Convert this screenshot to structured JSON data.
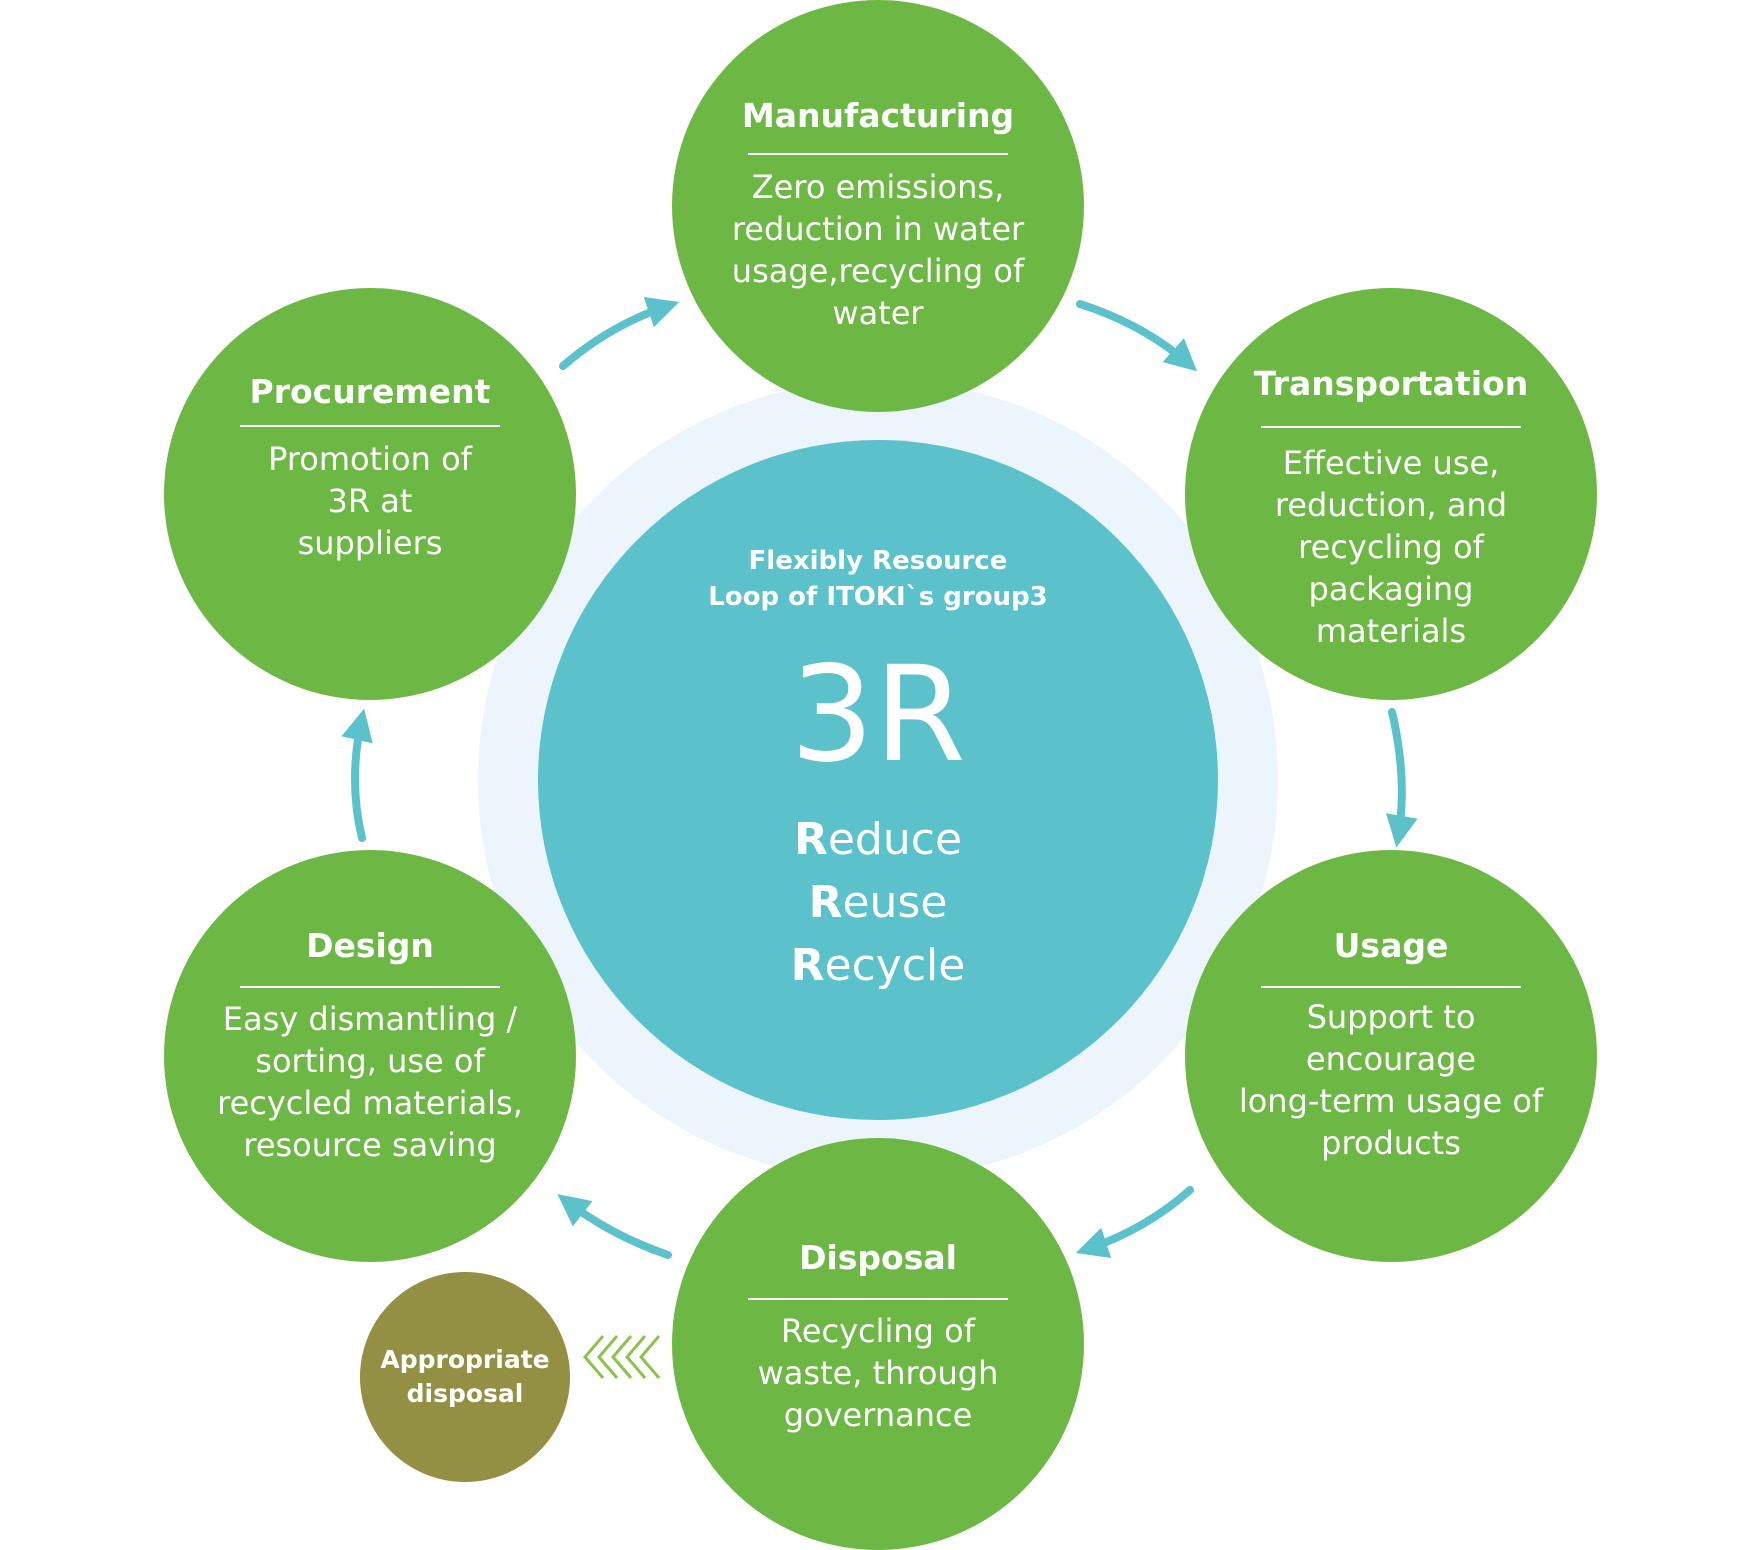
{
  "center": {
    "subtitle_lines": [
      "Flexibly Resource",
      "Loop of ITOKI`s group3"
    ],
    "title": "3R",
    "words": [
      {
        "initial": "R",
        "rest": "educe"
      },
      {
        "initial": "R",
        "rest": "euse"
      },
      {
        "initial": "R",
        "rest": "ecycle"
      }
    ]
  },
  "stages": [
    {
      "title": "Manufacturing",
      "lines": [
        "Zero emissions,",
        "reduction in water",
        "usage,recycling of",
        "water"
      ]
    },
    {
      "title": "Transportation",
      "lines": [
        "Effective use,",
        "reduction, and",
        "recycling of",
        "packaging",
        "materials"
      ]
    },
    {
      "title": "Usage",
      "lines": [
        "Support to",
        "encourage",
        "long-term usage of",
        "products"
      ]
    },
    {
      "title": "Disposal",
      "lines": [
        "Recycling of",
        "waste, through",
        "governance"
      ]
    },
    {
      "title": "Design",
      "lines": [
        "Easy dismantling /",
        "sorting, use of",
        "recycled materials,",
        "resource saving"
      ]
    },
    {
      "title": "Procurement",
      "lines": [
        "Promotion of",
        "3R at",
        "suppliers"
      ]
    }
  ],
  "side_node": {
    "lines": [
      "Appropriate",
      "disposal"
    ]
  },
  "colors": {
    "stage_green": "#6db844",
    "center_teal": "#5bc1cb",
    "halo": "#ebf5fb",
    "arrow_teal": "#5bc1cb",
    "side_olive": "#938f43",
    "chevron_green": "#8bc34a"
  }
}
